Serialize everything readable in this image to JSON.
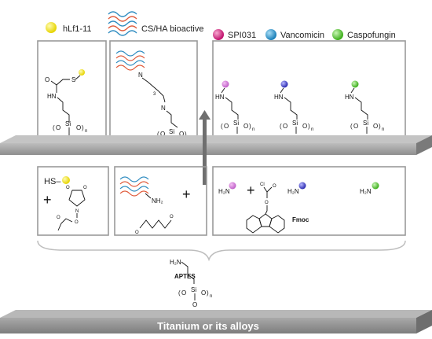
{
  "colors": {
    "hlf_dot": "#f4ea2a",
    "spi031_dot": "#e0197f",
    "vancomicin_dot": "#29a8e0",
    "caspofungin_dot": "#6ee043",
    "plate": "#9e9e9e",
    "box_border": "#9a9a9a"
  },
  "legend": {
    "hlf": "hLf1-11",
    "cs_ha": "CS/HA bioactive",
    "spi031": "SPI031",
    "vancomicin": "Vancomicin",
    "caspofungin": "Caspofungin"
  },
  "substrate": {
    "label": "Titanium or its alloys"
  },
  "aptes": {
    "label": "APTES",
    "amine": "H₂N"
  },
  "reagents": {
    "thiol": "HS–",
    "amine": "NH₂",
    "plus": "+",
    "amine_left": "H₂N",
    "fmoc": "Fmoc",
    "chloro": "Cl"
  },
  "structure": {
    "hn": "HN",
    "n": "N",
    "o": "O",
    "si": "Si",
    "s": "S",
    "three": "3",
    "sub_n": "n",
    "paren_l": "(",
    "paren_r": ")"
  }
}
